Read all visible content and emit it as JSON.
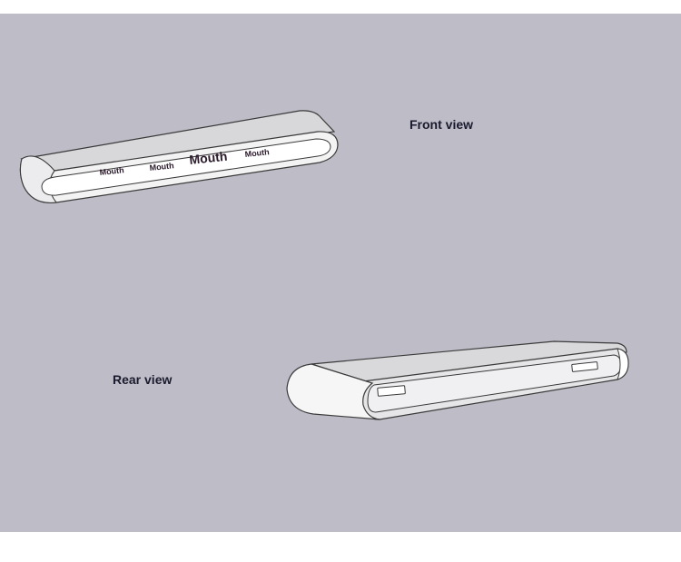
{
  "labels": {
    "front_view": "Front view",
    "rear_view": "Rear view"
  },
  "product_text": {
    "mouth_1": "Mouth",
    "mouth_2": "Mouth",
    "mouth_3": "Mouth",
    "mouth_4": "Mouth"
  },
  "colors": {
    "background": "#bebdc7",
    "body_light": "#f2f2f2",
    "body_top": "#d9d9dc",
    "outline": "#3a3a3a"
  }
}
